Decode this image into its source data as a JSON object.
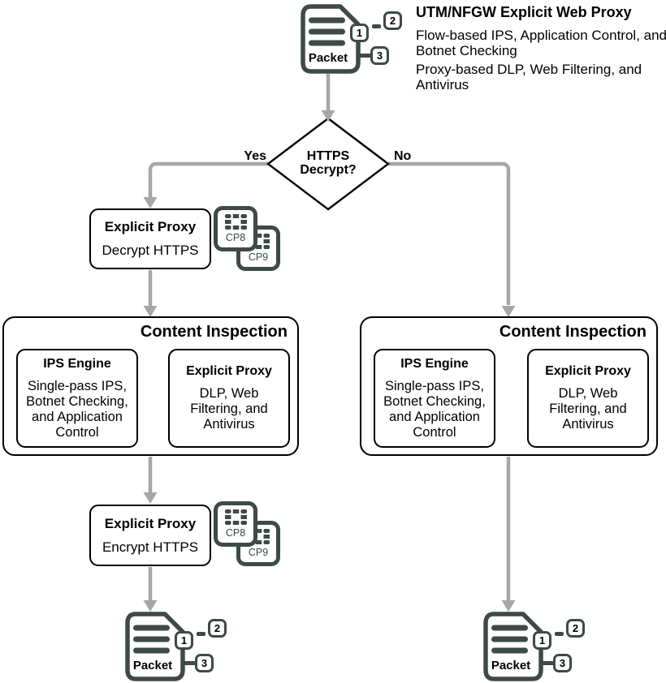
{
  "colors": {
    "dark_slate": "#3D4A48",
    "connector_gray": "#A7A7A7",
    "outline_black": "#000000",
    "background": "#FFFFFF"
  },
  "header": {
    "title": "UTM/NFGW Explicit Web Proxy",
    "line1": "Flow-based IPS, Application Control, and Botnet Checking",
    "line2": "Proxy-based DLP, Web Filtering, and Antivirus"
  },
  "packet": {
    "label": "Packet",
    "tag1": "1",
    "tag2": "2",
    "tag3": "3"
  },
  "decision": {
    "question": "HTTPS Decrypt?",
    "yes_label": "Yes",
    "no_label": "No"
  },
  "decrypt_step": {
    "title": "Explicit Proxy",
    "action": "Decrypt HTTPS"
  },
  "encrypt_step": {
    "title": "Explicit Proxy",
    "action": "Encrypt HTTPS"
  },
  "processors": {
    "front": "CP8",
    "back": "CP9"
  },
  "content_inspection": {
    "title": "Content Inspection",
    "ips_title": "IPS Engine",
    "ips_body": "Single-pass IPS, Botnet Checking, and Application Control",
    "proxy_title": "Explicit Proxy",
    "proxy_body": "DLP, Web Filtering, and Antivirus"
  }
}
